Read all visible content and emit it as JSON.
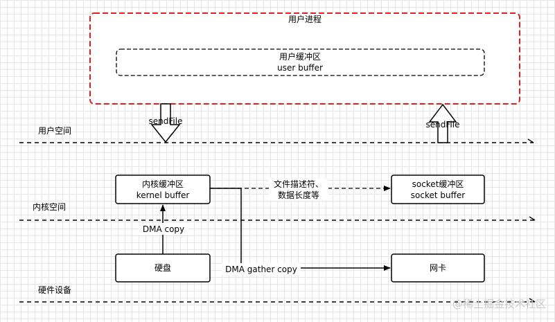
{
  "user_process": {
    "title": "用户进程",
    "buffer_line1": "用户缓冲区",
    "buffer_line2": "user buffer"
  },
  "user_space_label": "用户空间",
  "kernel_space_label": "内核空间",
  "hardware_label": "硬件设备",
  "sendfile_down_label": "sendFile",
  "sendfile_up_label": "sendFile",
  "kernel_buffer": {
    "line1": "内核缓冲区",
    "line2": "kernel buffer"
  },
  "socket_buffer": {
    "line1": "socket缓冲区",
    "line2": "socket buffer"
  },
  "descriptor_label": {
    "line1": "文件描述符、",
    "line2": "数据长度等"
  },
  "dma_copy_label": "DMA copy",
  "dma_gather_label": "DMA gather copy",
  "disk_label": "硬盘",
  "nic_label": "网卡",
  "watermark": "@稀土掘金技术社区",
  "colors": {
    "process_border": "#e02020",
    "stroke": "#000000",
    "grid": "#e6e6e6"
  }
}
